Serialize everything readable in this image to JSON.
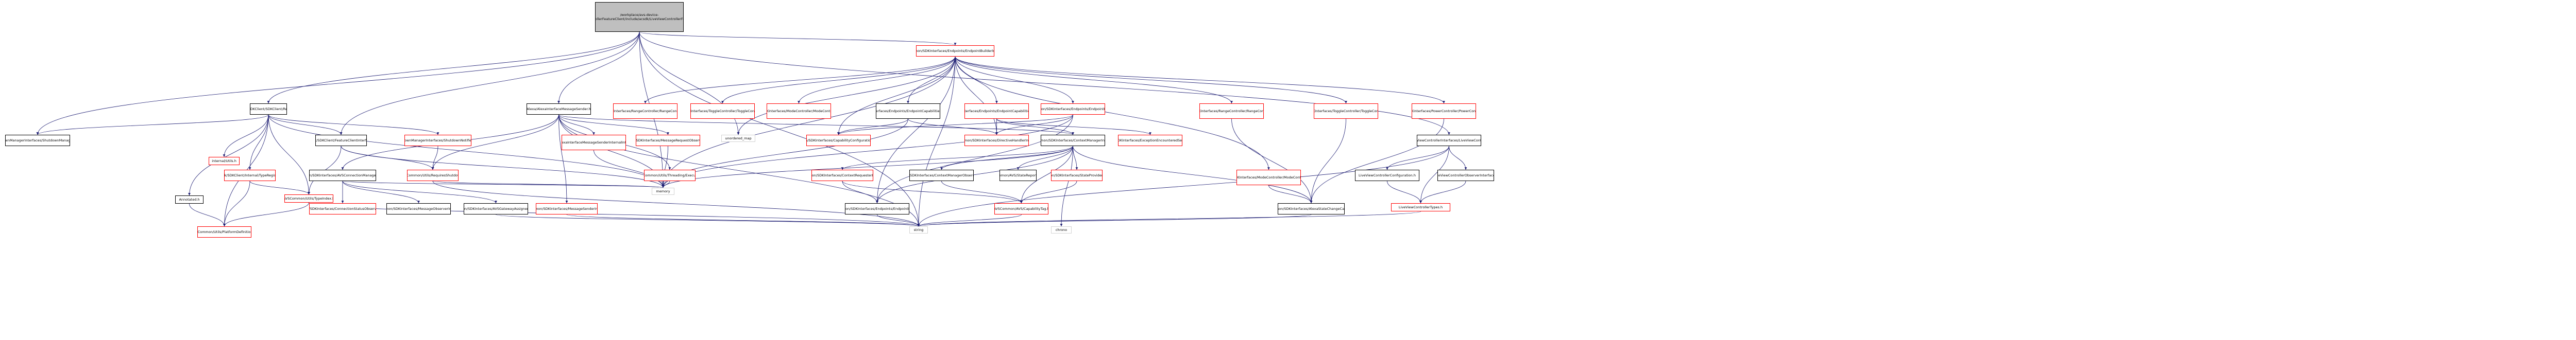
{
  "title": "LiveViewControllerFeatureClient.h include dependency graph",
  "colors": {
    "edge": "#191970",
    "root_fill": "#bfbfbf",
    "missing_border": "#ff0000",
    "node_border": "#000000",
    "system_border": "#d3d3d3"
  },
  "nodes": {
    "root": "/workplace/avs-device-sdk/applications/FeatureClients/LiveViewControllerFeatureClient/include/acsdk/LiveViewControllerFeatureClient/LiveViewControllerFeatureClient.h",
    "shutdown_mgr_ifaces": "acsdkShutdownManagerInterfaces/ShutdownManagerInterface.h",
    "sdkclient": "acsdk/SDKClient/SDKClient/Registry.h",
    "alexa_msg_sender": "Alexa/AlexaInterfaceMessageSender.h",
    "endpoint_builder": "AVSCommon/SDKInterfaces/Endpoints/EndpointBuilderInterface.h",
    "liveview_iface": "acsdk/AlexaLiveViewControllerInterfaces/LiveViewControllerInterface.h",
    "range_attr": "AVSCommon/SDKInterfaces/RangeController/RangeControllerAttributes.h",
    "toggle_attr": "AVSCommon/SDKInterfaces/ToggleController/ToggleControllerAttributes.h",
    "mode_attr": "AVSCommon/SDKInterfaces/ModeController/ModeControllerAttributes.h",
    "endpoint_caps_registrar": "AVSCommon/SDKInterfaces/Endpoints/EndpointCapabilitiesRegistrarInterface.h",
    "endpoint_caps_builder": "AVSCommon/SDKInterfaces/Endpoints/EndpointCapabilitiesBuilderInterface.h",
    "endpoint_iface": "AVSCommon/SDKInterfaces/Endpoints/EndpointInterface.h",
    "range_ctrl": "AVSCommon/SDKInterfaces/RangeController/RangeControllerInterface.h",
    "toggle_ctrl": "AVSCommon/SDKInterfaces/ToggleController/ToggleControllerInterface.h",
    "power_ctrl": "AVSCommon/SDKInterfaces/PowerController/PowerControllerInterface.h",
    "shutdown_notifier": "acsdkShutdownManagerInterfaces/ShutdownNotifierInterface.h",
    "internal_utils": "internal/Utils.h",
    "feature_client": "acsdk/SDKClient/FeatureClientInterface.h",
    "alexa_msg_sender_internal": "Alexa/AlexaInterfaceMessageSenderInternalInterface.h",
    "msg_request_observer": "AVSCommon/SDKInterfaces/MessageRequestObserverInterface.h",
    "unordered_map": "unordered_map",
    "capability_config": "AVSCommon/SDKInterfaces/CapabilityConfigurationInterface.h",
    "directive_handler": "AVSCommon/SDKInterfaces/DirectiveHandlerInterface.h",
    "context_manager": "AVSCommon/SDKInterfaces/ContextManagerInterface.h",
    "exception_sender": "AVSCommon/SDKInterfaces/ExceptionEncounteredSenderInterface.h",
    "annotated": "Annotated.h",
    "internal_type_registry": "acsdk/SDKClient/Internal/TypeRegistry.h",
    "avs_conn_mgr": "AVSCommon/SDKInterfaces/AVSConnectionManagerInterface.h",
    "requires_shutdown": "AVSCommon/Utils/RequiresShutdown.h",
    "threading_executor": "AVSCommon/Utils/Threading/Executor.h",
    "context_requester": "AVSCommon/SDKInterfaces/ContextRequesterInterface.h",
    "context_mgr_observer": "AVSCommon/SDKInterfaces/ContextManagerObserverInterface.h",
    "state_provider": "AVSCommon/SDKInterfaces/StateProviderInterface.h",
    "state_report_policy": "AVSCommon/AVS/StateReportPolicy.h",
    "mode_ctrl": "AVSCommon/SDKInterfaces/ModeController/ModeControllerInterface.h",
    "liveview_config": "LiveViewControllerConfiguration.h",
    "liveview_observer": "LiveViewControllerObserverInterface.h",
    "conn_status_observer": "AVSCommon/SDKInterfaces/ConnectionStatusObserverInterface.h",
    "msg_observer": "AVSCommon/SDKInterfaces/MessageObserverInterface.h",
    "gateway_assign": "AVSCommon/SDKInterfaces/AVSGatewayAssignerInterface.h",
    "msg_sender": "AVSCommon/SDKInterfaces/MessageSenderInterface.h",
    "type_index": "AVSCommon/Utils/TypeIndex.h",
    "memory": "memory",
    "endpoint_identifier": "AVSCommon/SDKInterfaces/Endpoints/EndpointIdentifier.h",
    "capability_tag": "AVSCommon/AVS/CapabilityTag.h",
    "state_change_cause": "AVSCommon/SDKInterfaces/AlexaStateChangeCauseType.h",
    "liveview_types": "LiveViewControllerTypes.h",
    "platform_defs": "AVSCommon/Utils/PlatformDefinitions.h",
    "string": "string",
    "chrono": "chrono"
  }
}
